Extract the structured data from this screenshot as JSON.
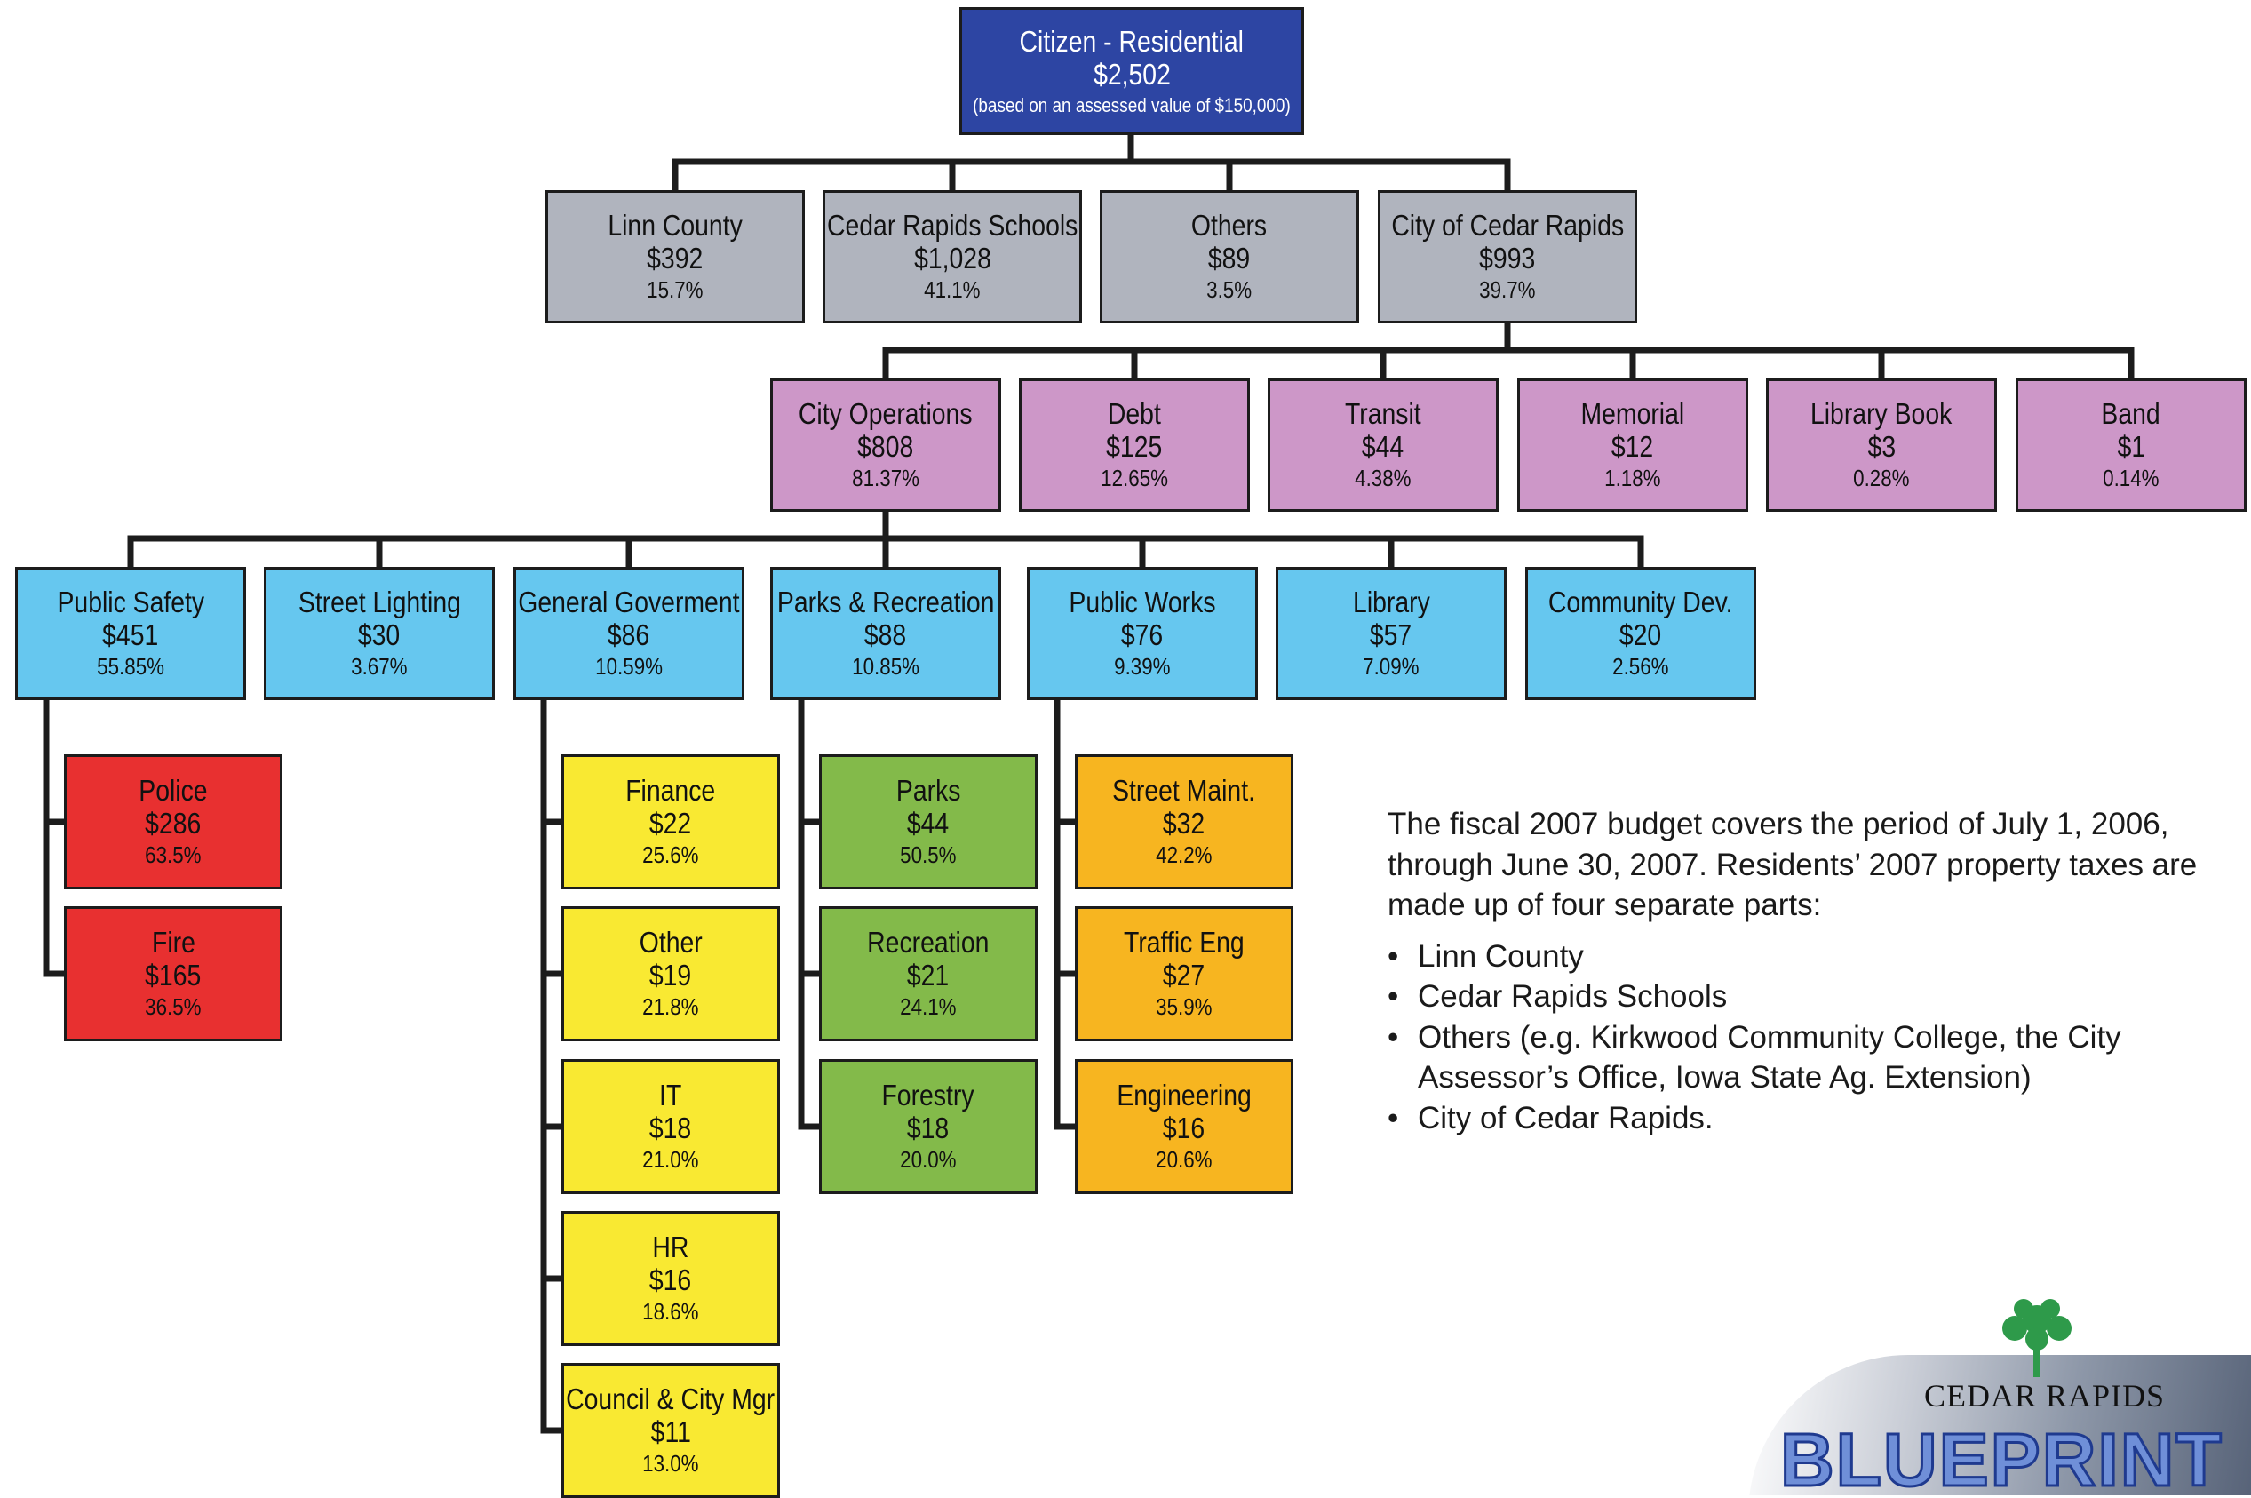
{
  "root": {
    "name": "Citizen - Residential",
    "amount": "$2,502",
    "note": "(based on an assessed value of $150,000)",
    "color": "#2d45a3"
  },
  "level1": [
    {
      "name": "Linn County",
      "amount": "$392",
      "pct": "15.7%",
      "color": "#b0b4be"
    },
    {
      "name": "Cedar Rapids Schools",
      "amount": "$1,028",
      "pct": "41.1%",
      "color": "#b0b4be"
    },
    {
      "name": "Others",
      "amount": "$89",
      "pct": "3.5%",
      "color": "#b0b4be"
    },
    {
      "name": "City of Cedar Rapids",
      "amount": "$993",
      "pct": "39.7%",
      "color": "#b0b4be"
    }
  ],
  "level2": [
    {
      "name": "City Operations",
      "amount": "$808",
      "pct": "81.37%",
      "color": "#cd97c8"
    },
    {
      "name": "Debt",
      "amount": "$125",
      "pct": "12.65%",
      "color": "#cd97c8"
    },
    {
      "name": "Transit",
      "amount": "$44",
      "pct": "4.38%",
      "color": "#cd97c8"
    },
    {
      "name": "Memorial",
      "amount": "$12",
      "pct": "1.18%",
      "color": "#cd97c8"
    },
    {
      "name": "Library Book",
      "amount": "$3",
      "pct": "0.28%",
      "color": "#cd97c8"
    },
    {
      "name": "Band",
      "amount": "$1",
      "pct": "0.14%",
      "color": "#cd97c8"
    }
  ],
  "level3": [
    {
      "name": "Public Safety",
      "amount": "$451",
      "pct": "55.85%",
      "color": "#66c7ef"
    },
    {
      "name": "Street Lighting",
      "amount": "$30",
      "pct": "3.67%",
      "color": "#66c7ef"
    },
    {
      "name": "General Goverment",
      "amount": "$86",
      "pct": "10.59%",
      "color": "#66c7ef"
    },
    {
      "name": "Parks & Recreation",
      "amount": "$88",
      "pct": "10.85%",
      "color": "#66c7ef"
    },
    {
      "name": "Public Works",
      "amount": "$76",
      "pct": "9.39%",
      "color": "#66c7ef"
    },
    {
      "name": "Library",
      "amount": "$57",
      "pct": "7.09%",
      "color": "#66c7ef"
    },
    {
      "name": "Community Dev.",
      "amount": "$20",
      "pct": "2.56%",
      "color": "#66c7ef"
    }
  ],
  "public_safety": [
    {
      "name": "Police",
      "amount": "$286",
      "pct": "63.5%",
      "color": "#e83030"
    },
    {
      "name": "Fire",
      "amount": "$165",
      "pct": "36.5%",
      "color": "#e83030"
    }
  ],
  "general_government": [
    {
      "name": "Finance",
      "amount": "$22",
      "pct": "25.6%",
      "color": "#f9e932"
    },
    {
      "name": "Other",
      "amount": "$19",
      "pct": "21.8%",
      "color": "#f9e932"
    },
    {
      "name": "IT",
      "amount": "$18",
      "pct": "21.0%",
      "color": "#f9e932"
    },
    {
      "name": "HR",
      "amount": "$16",
      "pct": "18.6%",
      "color": "#f9e932"
    },
    {
      "name": "Council & City Mgr",
      "amount": "$11",
      "pct": "13.0%",
      "color": "#f9e932"
    }
  ],
  "parks_recreation": [
    {
      "name": "Parks",
      "amount": "$44",
      "pct": "50.5%",
      "color": "#83ba4a"
    },
    {
      "name": "Recreation",
      "amount": "$21",
      "pct": "24.1%",
      "color": "#83ba4a"
    },
    {
      "name": "Forestry",
      "amount": "$18",
      "pct": "20.0%",
      "color": "#83ba4a"
    }
  ],
  "public_works": [
    {
      "name": "Street Maint.",
      "amount": "$32",
      "pct": "42.2%",
      "color": "#f7b520"
    },
    {
      "name": "Traffic Eng",
      "amount": "$27",
      "pct": "35.9%",
      "color": "#f7b520"
    },
    {
      "name": "Engineering",
      "amount": "$16",
      "pct": "20.6%",
      "color": "#f7b520"
    }
  ],
  "description": {
    "paragraph": "The fiscal 2007 budget covers the period of July 1, 2006, through June 30, 2007. Residents’ 2007 property taxes are made up of four separate parts:",
    "bullets": [
      "Linn County",
      "Cedar Rapids Schools",
      "Others (e.g. Kirkwood Community College, the City Assessor’s Office, Iowa State Ag. Extension)",
      "City of Cedar Rapids."
    ]
  },
  "logo": {
    "top_text": "CEDAR RAPIDS",
    "main_text": "BLUEPRINT"
  }
}
